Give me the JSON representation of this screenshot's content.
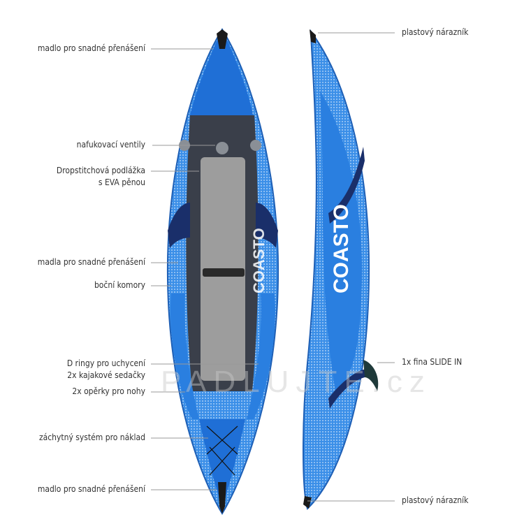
{
  "labels_left": [
    {
      "text": "madlo pro snadné přenášení"
    },
    {
      "text": "nafukovací ventily"
    },
    {
      "text": "Dropstitchová podlážka",
      "text2": "s EVA pěnou"
    },
    {
      "text": "madla pro snadné přenášení"
    },
    {
      "text": "boční komory"
    },
    {
      "text": "D ringy pro uchycení",
      "text2": "2x kajakové sedačky"
    },
    {
      "text": "2x opěrky pro nohy"
    },
    {
      "text": "záchytný systém pro náklad"
    },
    {
      "text": "madlo pro snadné přenášení"
    }
  ],
  "labels_right": [
    {
      "text": "plastový nárazník"
    },
    {
      "text": "1x fina SLIDE IN"
    },
    {
      "text": "plastový nárazník"
    }
  ],
  "brand": "COASTO",
  "watermark": "PADLUJTE.cz",
  "colors": {
    "hull": "#2a7fe0",
    "hull_dark": "#1a4fa8",
    "floor": "#9a9a9a",
    "cockpit": "#3a3f4a",
    "text": "#333333",
    "line": "#999999"
  }
}
